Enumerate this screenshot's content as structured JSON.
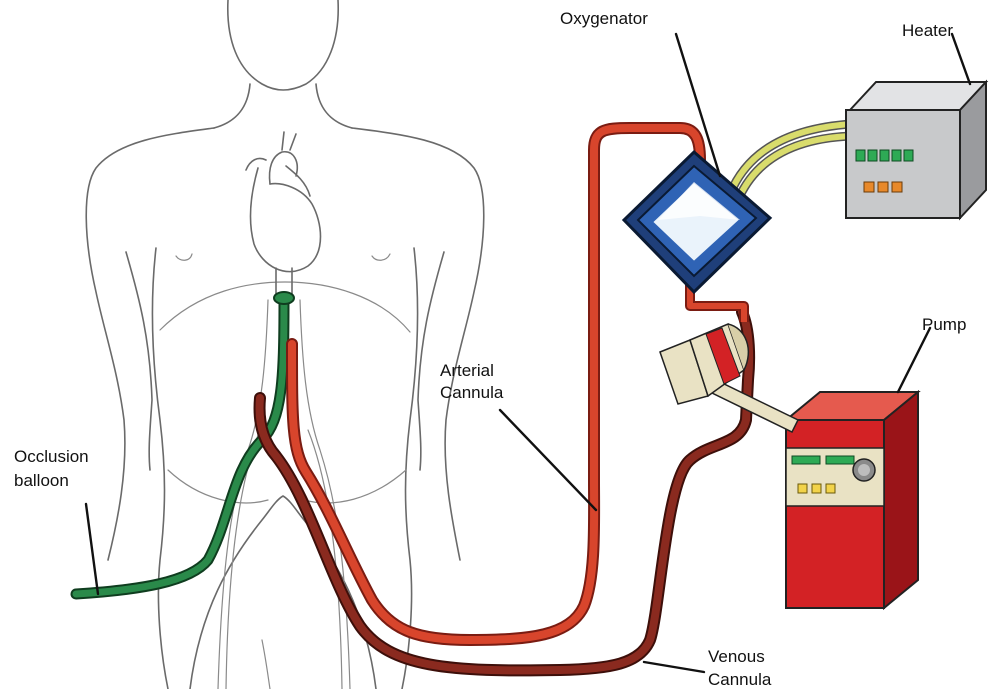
{
  "labels": {
    "oxygenator": "Oxygenator",
    "heater": "Heater",
    "pump": "Pump",
    "arterial_line1": "Arterial",
    "arterial_line2": "Cannula",
    "occlusion_line1": "Occlusion",
    "occlusion_line2": "balloon",
    "venous_line1": "Venous",
    "venous_line2": "Cannula"
  },
  "colors": {
    "arterial": "#d8452c",
    "arterial_edge": "#7a1c12",
    "venous": "#8a2a1f",
    "venous_edge": "#3d0f0a",
    "balloon": "#2a8a4a",
    "balloon_edge": "#0f3d1f",
    "oxygenator_frame": "#2f63b5",
    "heater_body": "#c8c9cb",
    "heater_lines": "#d9dc6c",
    "pump_body": "#d32225",
    "indicator_green": "#2eaa55",
    "indicator_orange": "#e8892b",
    "panel_beige": "#e9e2c4"
  },
  "icons": {
    "body": "human-torso-outline-icon",
    "heart": "heart-outline-icon",
    "pump_head": "roller-pump-head-icon"
  }
}
